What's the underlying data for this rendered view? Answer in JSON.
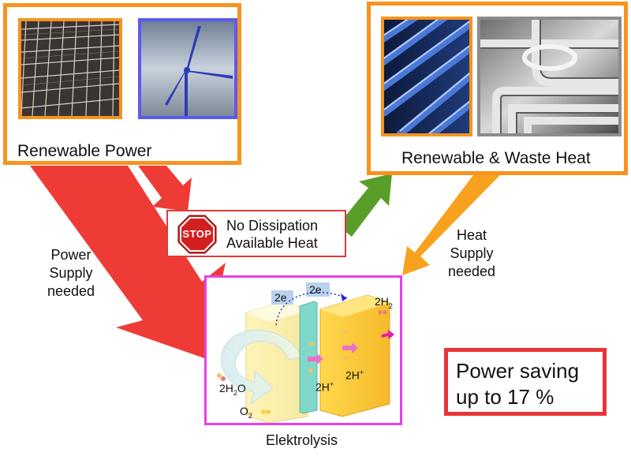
{
  "renewable_power": {
    "label": "Renewable Power"
  },
  "renewable_heat": {
    "label": "Renewable & Waste Heat"
  },
  "no_dissipation": {
    "stop_sign": "STOP",
    "line1": "No Dissipation",
    "line2": "Available Heat"
  },
  "power_supply": {
    "line1": "Power",
    "line2": "Supply",
    "line3": "needed"
  },
  "heat_supply": {
    "line1": "Heat",
    "line2": "Supply",
    "line3": "needed"
  },
  "electrolysis": {
    "caption": "Elektrolysis",
    "electron_left": "2e",
    "electron_right": "2e",
    "h2": "2H",
    "h2_sub": "2",
    "water": "2H",
    "water_sub": "2",
    "water_o": "O",
    "oxygen": "O",
    "oxygen_sub": "2",
    "proton_left": "2H",
    "proton_right": "2H",
    "proton_sup": "+"
  },
  "saving": {
    "line1": "Power saving",
    "line2": "up to 17 %"
  },
  "colors": {
    "frame_orange": "#f7931e",
    "frame_blue": "#5b5bef",
    "frame_gray": "#8c8c8c",
    "arrow_red": "#ef3b36",
    "arrow_green": "#5a9e2a",
    "arrow_orange": "#f7a11e",
    "electrolysis_border": "#e740e7",
    "saving_border": "#e8343a"
  },
  "icons": [
    "solar-panel-photo",
    "wind-turbine-photo",
    "solar-tube-photo",
    "heat-pipes-photo",
    "stop-sign-icon",
    "electrolyzer-illustration"
  ]
}
